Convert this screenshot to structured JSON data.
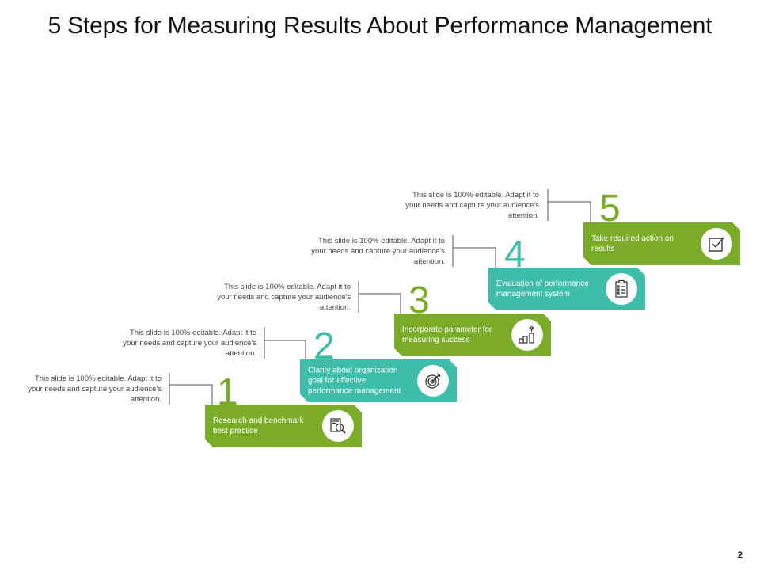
{
  "title": "5 Steps for Measuring Results About Performance Management",
  "page_number": "2",
  "colors": {
    "green": "#7aac2a",
    "teal": "#3dbdaa"
  },
  "steps": [
    {
      "number": "1",
      "label": "Research and benchmark best practice",
      "description": "This slide is 100% editable. Adapt it to your needs and capture your audience's attention.",
      "icon": "research-magnifier-icon",
      "color": "green"
    },
    {
      "number": "2",
      "label": "Clarity about organization goal for effective performance management",
      "description": "This slide is 100% editable. Adapt it to your needs and capture your audience's attention.",
      "icon": "target-icon",
      "color": "teal"
    },
    {
      "number": "3",
      "label": "Incorporate parameter for measuring success",
      "description": "This slide is 100% editable. Adapt it to your needs and capture your audience's attention.",
      "icon": "success-podium-icon",
      "color": "green"
    },
    {
      "number": "4",
      "label": "Evaluation of performance management system",
      "description": "This slide is 100% editable. Adapt it to your needs and capture your audience's attention.",
      "icon": "checklist-clipboard-icon",
      "color": "teal"
    },
    {
      "number": "5",
      "label": "Take required action on results",
      "description": "This slide is 100% editable. Adapt it to your needs and capture your audience's attention.",
      "icon": "checkbox-icon",
      "color": "green"
    }
  ]
}
